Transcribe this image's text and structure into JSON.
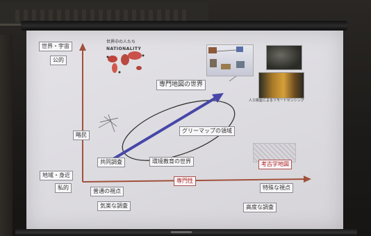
{
  "left_axis": {
    "top_labels": [
      "世界・宇宙",
      "公的"
    ],
    "mid_label": "略民",
    "bottom_labels": [
      "地域・身近",
      "私的"
    ]
  },
  "x_axis": {
    "label": "専門性",
    "left_label": "普通の視点",
    "right_label": "特殊な視点",
    "left_sub": "気楽な調査",
    "right_sub": "高度な調査"
  },
  "regions": {
    "specialist": "専門地図の世界",
    "green_map": "グリーマップの領域",
    "environment": "環境教育の世界",
    "own_survey": "共同調査"
  },
  "thumbnails": {
    "nationality_caption": "世界中の人たち",
    "nationality_title": "NATIONALITY",
    "satellite_caption": "人工衛星によるリモートセンシング",
    "old_map_caption": "考古学地図"
  },
  "colors": {
    "arrow_blue": "#4747a8",
    "axis_orange": "#a1503a",
    "red_label": "#b02222"
  }
}
